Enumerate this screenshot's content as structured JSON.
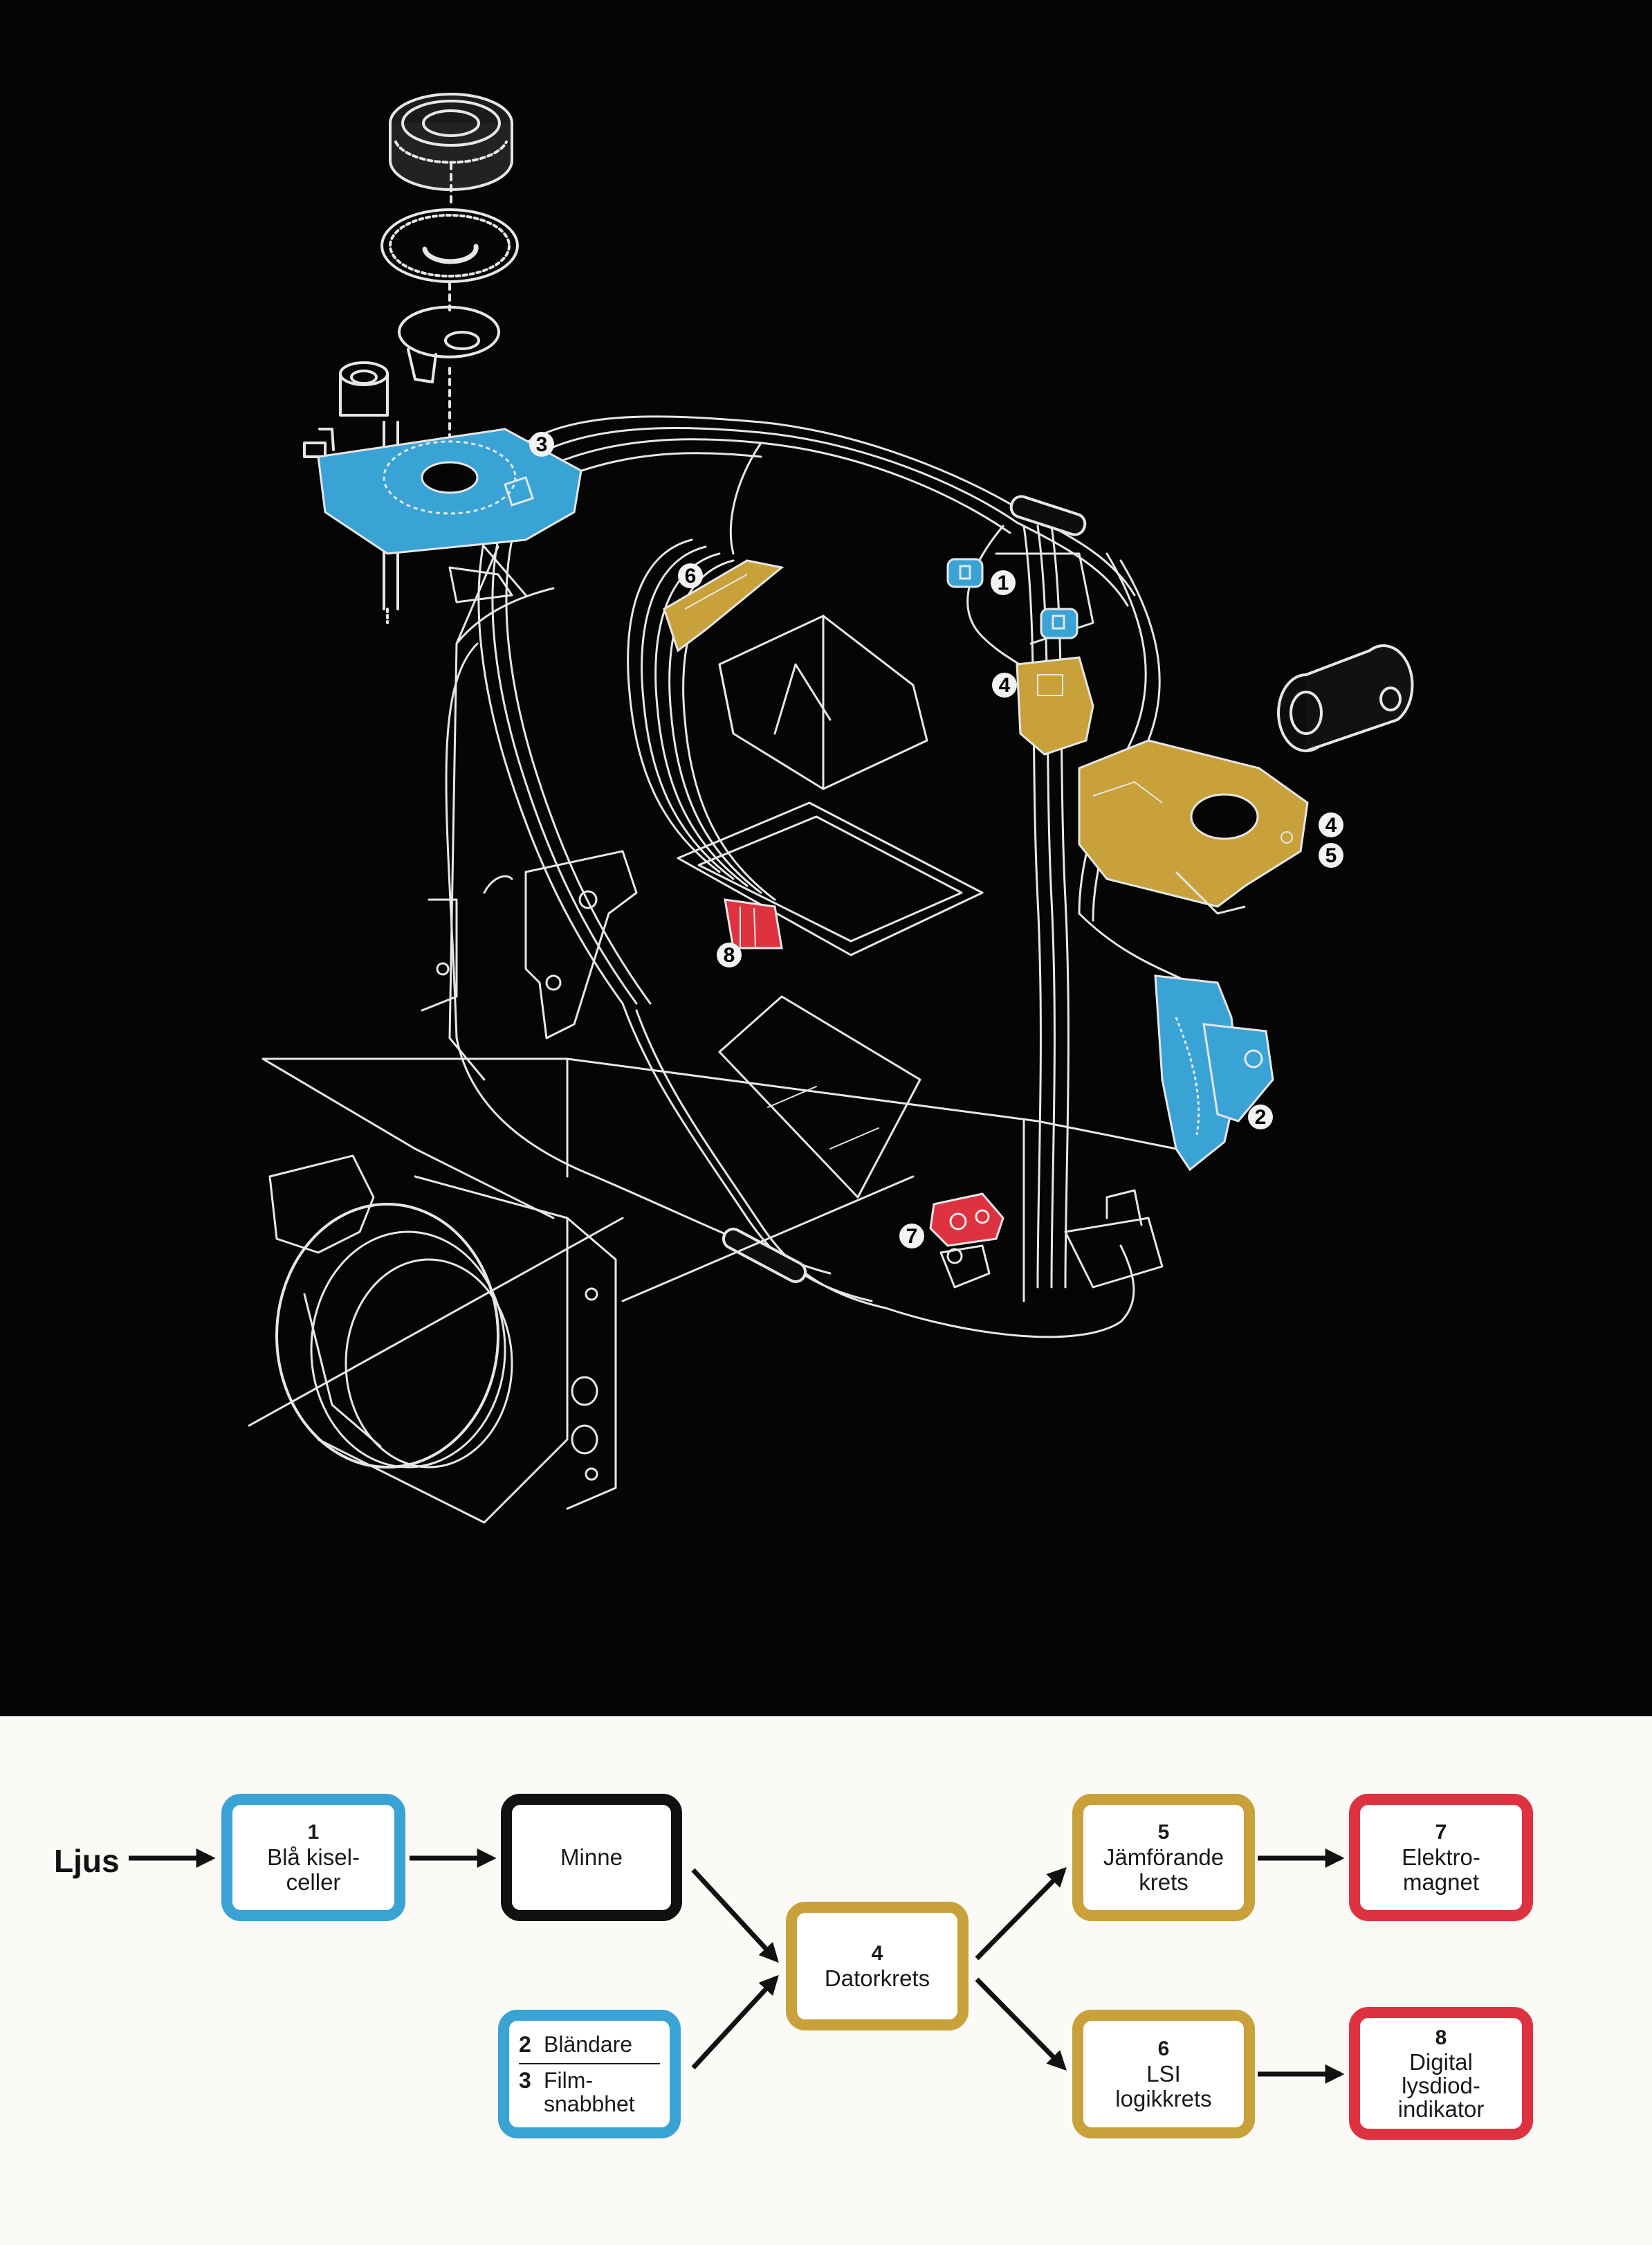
{
  "colors": {
    "background_dark": "#050505",
    "paper": "#fbfaf6",
    "blue": "#3aa3d6",
    "black": "#111111",
    "gold": "#c9a13a",
    "red": "#de3241",
    "line_art": "#e8e8e8"
  },
  "illustration": {
    "callouts": [
      "1",
      "2",
      "3",
      "4",
      "5",
      "6",
      "7",
      "8"
    ]
  },
  "flow": {
    "input_label": "Ljus",
    "boxes": {
      "b1": {
        "num": "1",
        "label": "Blå kisel-\nceller",
        "color": "blue"
      },
      "memory": {
        "num": "",
        "label": "Minne",
        "color": "black"
      },
      "b23": {
        "items": [
          {
            "num": "2",
            "label": "Bländare"
          },
          {
            "num": "3",
            "label": "Film-\nsnabbhet"
          }
        ],
        "color": "blue"
      },
      "b4": {
        "num": "4",
        "label": "Datorkrets",
        "color": "gold"
      },
      "b5": {
        "num": "5",
        "label": "Jämförande\nkrets",
        "color": "gold"
      },
      "b6": {
        "num": "6",
        "label": "LSI\nlogikkrets",
        "color": "gold"
      },
      "b7": {
        "num": "7",
        "label": "Elektro-\nmagnet",
        "color": "red"
      },
      "b8": {
        "num": "8",
        "label": "Digital\nlysdiod-\nindikator",
        "color": "red"
      }
    }
  }
}
